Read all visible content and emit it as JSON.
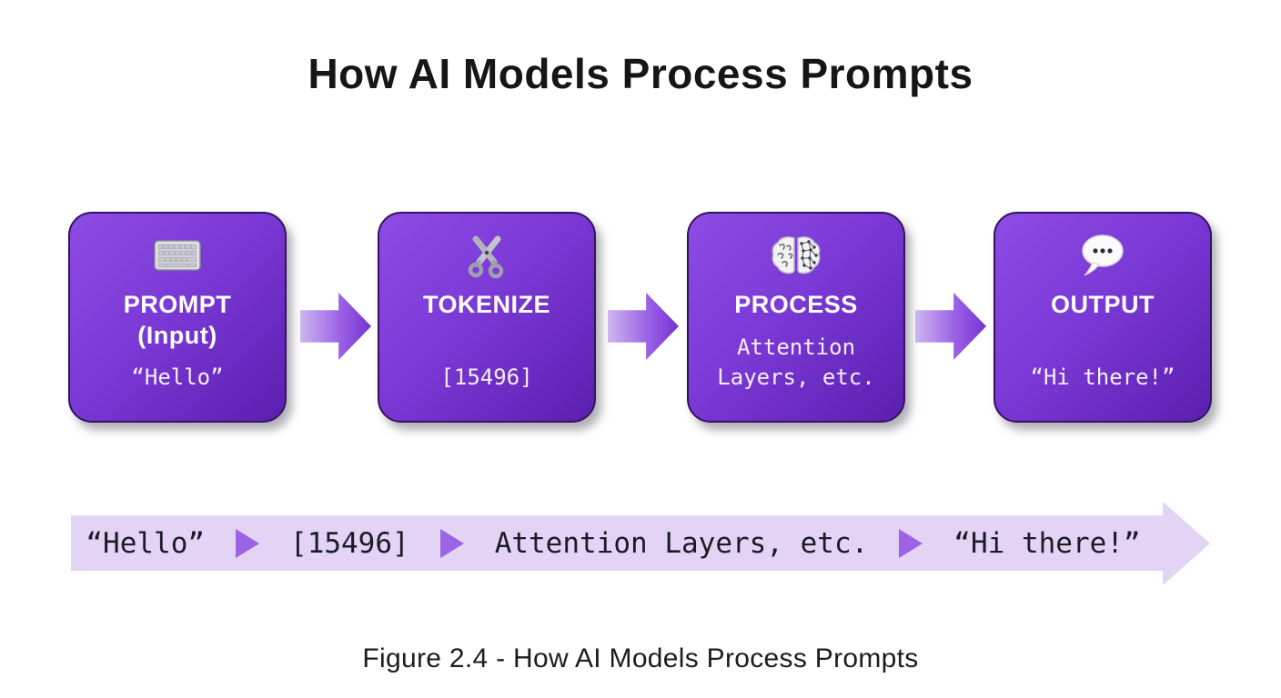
{
  "title": "How AI Models Process Prompts",
  "caption": "Figure 2.4 - How AI Models Process Prompts",
  "colors": {
    "box_gradient_start": "#8d4ce3",
    "box_gradient_end": "#5a1fae",
    "box_border": "#35125f",
    "arrow_light": "#cdb6ef",
    "arrow_dark": "#7432d3",
    "flow_bar_bg": "#e3d4f6",
    "flow_triangle": "#9c64e4",
    "text_dark": "#1b1b26",
    "text_light": "#ffffff"
  },
  "steps": [
    {
      "label": "PROMPT",
      "sublabel": "(Input)",
      "value": "“Hello”",
      "icon": "keyboard-icon"
    },
    {
      "label": "TOKENIZE",
      "value": "[15496]",
      "icon": "scissors-icon"
    },
    {
      "label": "PROCESS",
      "value": "Attention Layers, etc.",
      "icon": "brain-icon"
    },
    {
      "label": "OUTPUT",
      "value": "“Hi there!”",
      "icon": "speech-balloon-icon"
    }
  ],
  "flow_bar": {
    "items": [
      "“Hello”",
      "[15496]",
      "Attention Layers, etc.",
      "“Hi there!”"
    ]
  }
}
